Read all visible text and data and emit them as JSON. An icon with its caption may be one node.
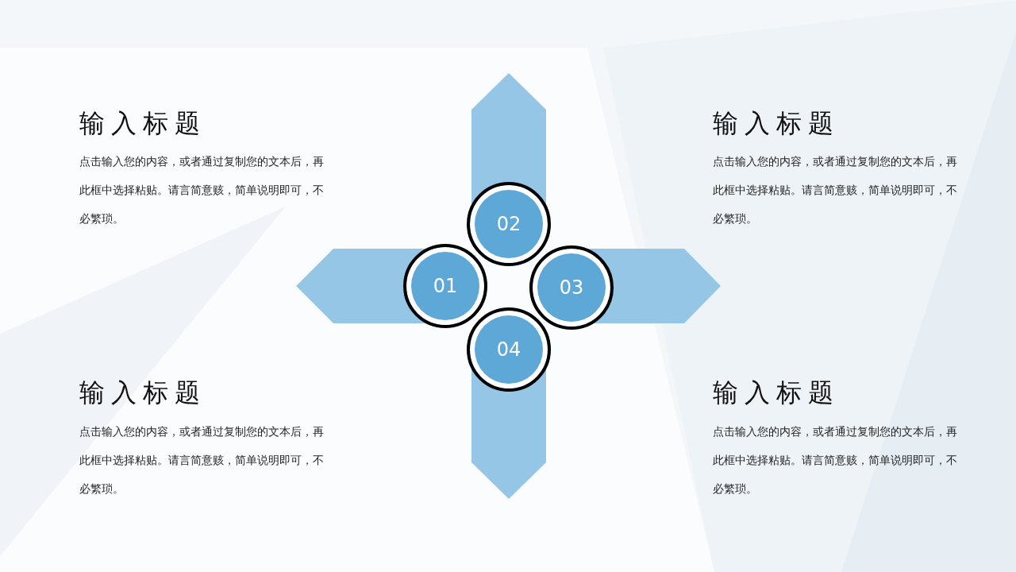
{
  "diagram": {
    "nodes": [
      {
        "text": [
          "02"
        ]
      },
      {
        "text": [
          "01"
        ]
      },
      {
        "text": [
          "03"
        ]
      },
      {
        "text": [
          "04"
        ]
      }
    ],
    "labels": [
      "输入标题",
      "点击输入您的内容，或者通过复制您的文本后，再此框中选择粘贴。请言简意赅，简单说明即可，不必繁琐。",
      "输入标题",
      "点击输入您的内容，或者通过复制您的文本后，再此框中选择粘贴。请言简意赅，简单说明即可，不必繁琐。",
      "输入标题",
      "点击输入您的内容，或者通过复制您的文本后，再此框中选择粘贴。请言简意赅，简单说明即可，不必繁琐。",
      "输入标题",
      "点击输入您的内容，或者通过复制您的文本后，再此框中选择粘贴。请言简意赅，简单说明即可，不必繁琐。"
    ]
  }
}
